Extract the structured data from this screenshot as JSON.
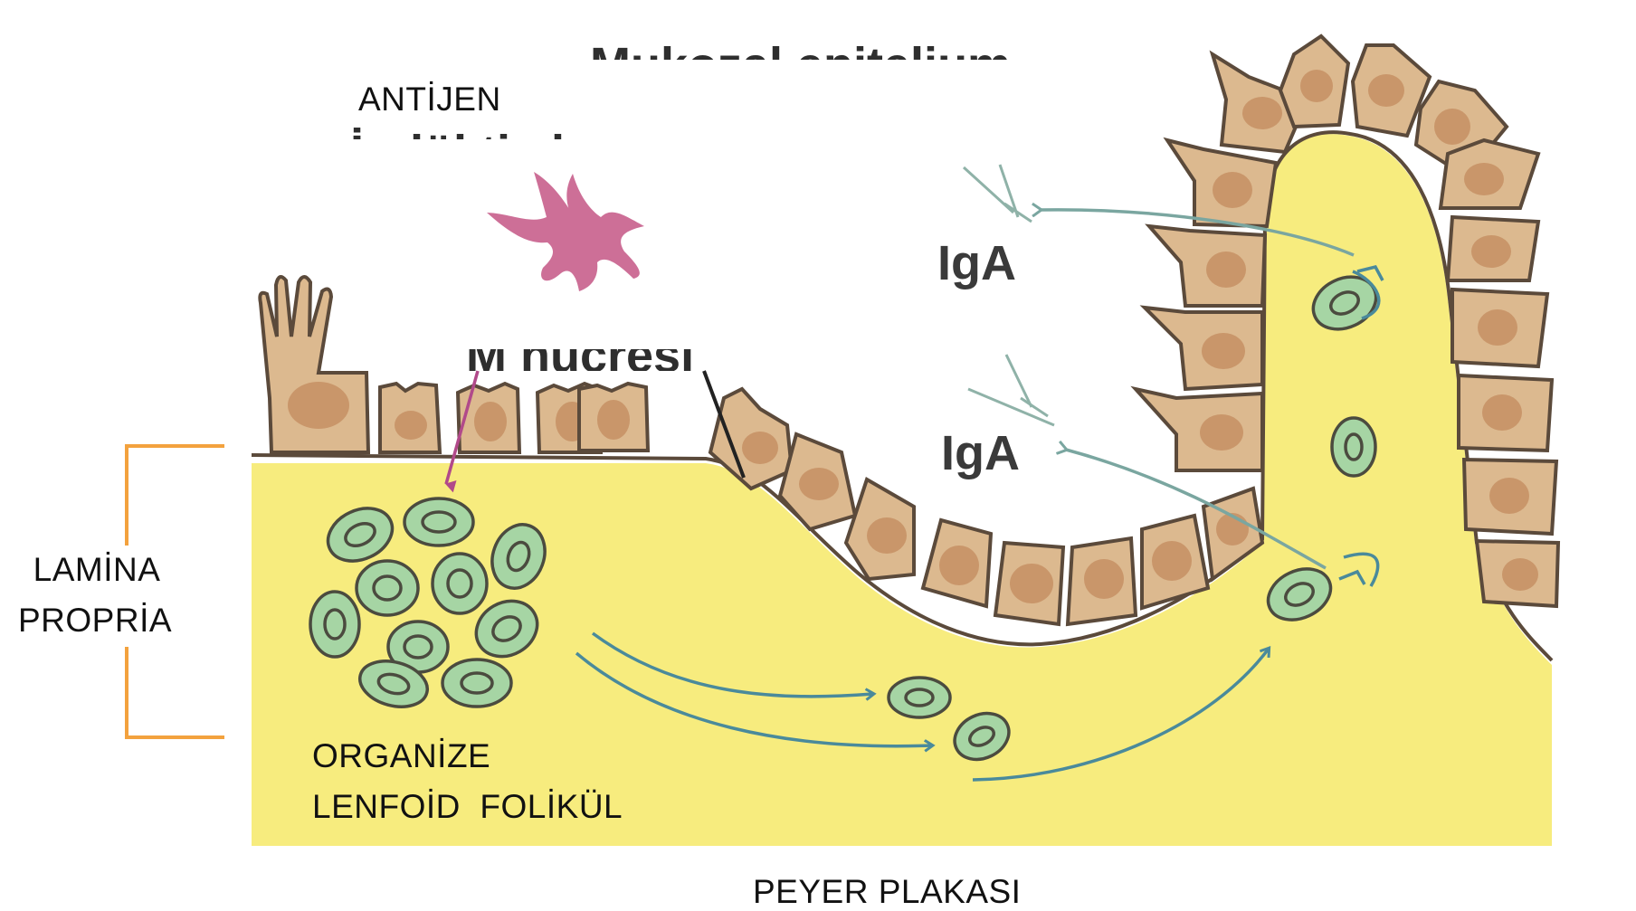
{
  "labels": {
    "antigen": "ANTİJEN",
    "lamina_propria_line1": "LAMİNA",
    "lamina_propria_line2": "PROPRİA",
    "organized_follicle_line1": "ORGANİZE",
    "organized_follicle_line2": "LENFOİD  FOLİKÜL",
    "peyer_patch": "PEYER PLAKASI",
    "iga_top": "IgA",
    "iga_bottom": "IgA",
    "faded_mucosal_epithelium": "Mukozal epitelium",
    "faded_induction_site": "İndükti alan",
    "faded_m_cell": "M hücresi"
  },
  "colors": {
    "lamina_propria_fill": "#f7ec7e",
    "epithelial_cell": "#dcb98f",
    "cell_outline": "#5b4a3b",
    "nucleus": "#c9966a",
    "lymphocyte_fill": "#a6d5a4",
    "lymphocyte_outline": "#4b4b3f",
    "migration_arrow": "#4a8a9b",
    "iga_arrow": "#7aa6a0",
    "antigen_cell": "#cd6f97",
    "antigen_arrow": "#b1498a",
    "bracket": "#f3a23e"
  }
}
